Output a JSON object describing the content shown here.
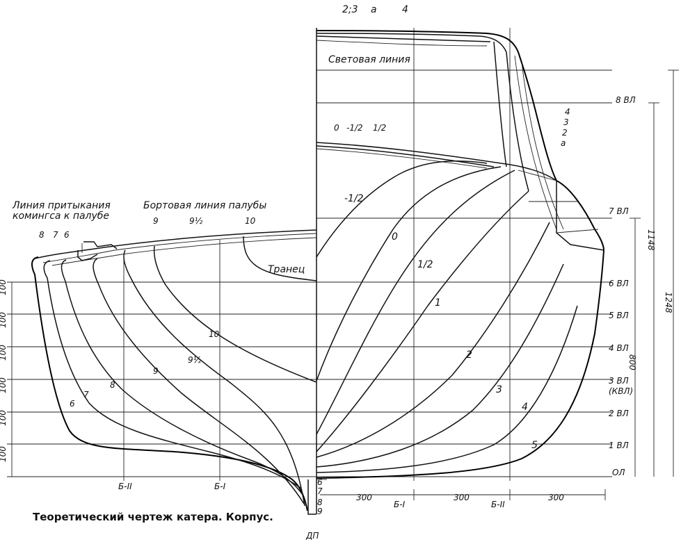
{
  "caption": "Теоретический чертеж катера. Корпус.",
  "labels": {
    "top_2_3": "2;3",
    "top_a": "а",
    "top_4": "4",
    "light_line": "Световая линия",
    "comings_line_1": "Линия притыкания",
    "comings_line_2": "комингса к палубе",
    "board_line": "Бортовая линия палубы",
    "transom": "Транец",
    "bow_frames_top": [
      "0",
      "-1/2",
      "1/2"
    ],
    "bow_right_stack": [
      "4",
      "3",
      "2",
      "а"
    ]
  },
  "waterlines": [
    "8 ВЛ",
    "7 ВЛ",
    "6 ВЛ",
    "5 ВЛ",
    "4 ВЛ",
    "3 ВЛ",
    "(КВЛ)",
    "2 ВЛ",
    "1 ВЛ",
    "ОЛ"
  ],
  "buttocks": [
    "Б-II",
    "Б-I",
    "Б-I",
    "Б-II"
  ],
  "dp": "ДП",
  "dims": {
    "h_1248": "1248",
    "h_1148": "1148",
    "h_800": "800",
    "left_spacing": [
      "100",
      "100",
      "100",
      "100",
      "100",
      "100"
    ],
    "bottom_spacing": [
      "300",
      "300",
      "300"
    ]
  },
  "stern_frames": [
    "6",
    "7",
    "8",
    "9",
    "9½",
    "10"
  ],
  "stern_deck_frames": [
    "8",
    "7",
    "6",
    "9",
    "9½",
    "10"
  ],
  "keel_frames": [
    "6",
    "7",
    "8",
    "9"
  ],
  "bow_frames": [
    "-1/2",
    "0",
    "1/2",
    "1",
    "2",
    "3",
    "4",
    "5"
  ]
}
